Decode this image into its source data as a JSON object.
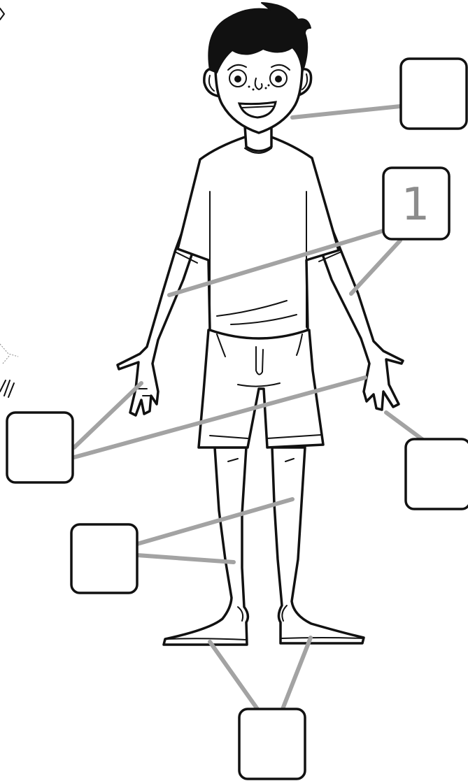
{
  "diagram": {
    "subject": "boy",
    "labels": [
      {
        "name": "label-box-chin",
        "value": ""
      },
      {
        "name": "label-box-arm",
        "value": "1"
      },
      {
        "name": "label-box-right-hand",
        "value": ""
      },
      {
        "name": "label-box-left-hand",
        "value": ""
      },
      {
        "name": "label-box-legs",
        "value": ""
      },
      {
        "name": "label-box-feet",
        "value": ""
      }
    ]
  },
  "colors": {
    "ink": "#111111",
    "leader_line": "#a3a3a3",
    "number": "#8c8c8c",
    "background": "#ffffff"
  }
}
